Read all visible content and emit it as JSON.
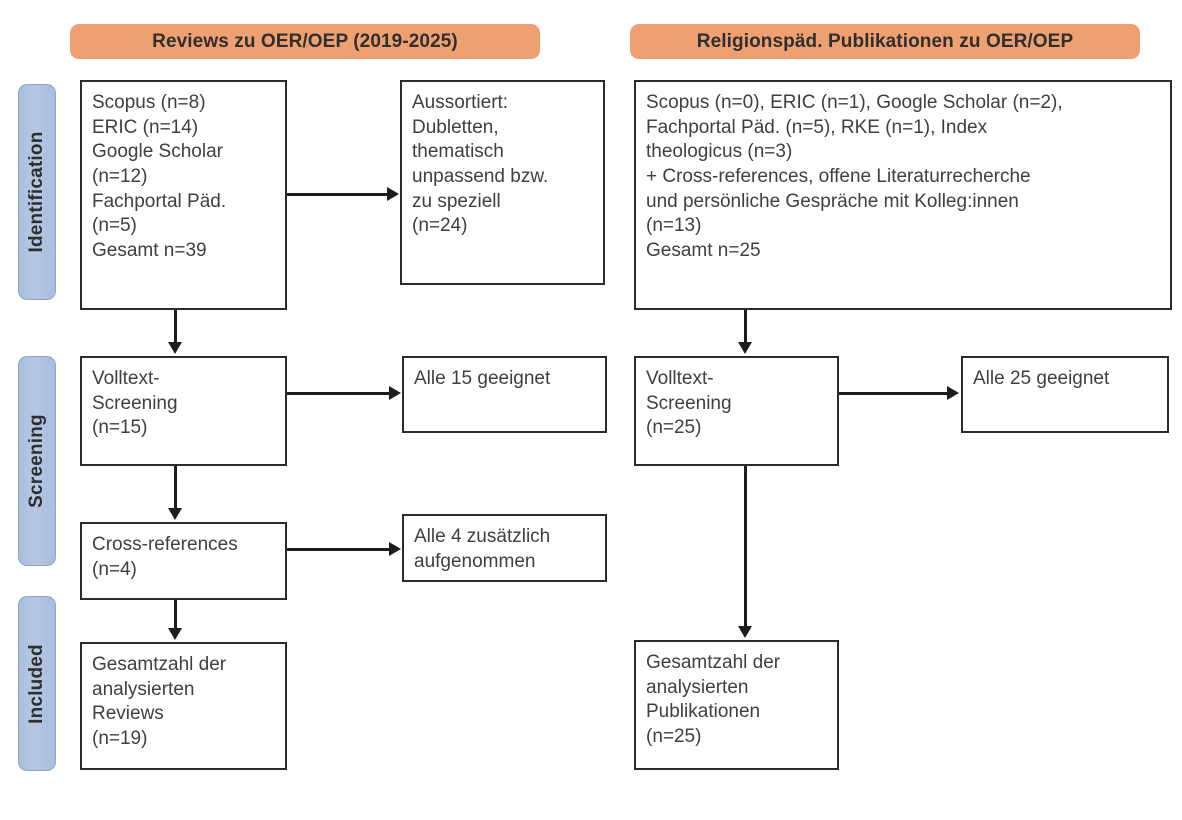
{
  "diagram": {
    "type": "prisma-flow-diagram",
    "stages": [
      {
        "id": "identification",
        "label": "Identification"
      },
      {
        "id": "screening",
        "label": "Screening"
      },
      {
        "id": "included",
        "label": "Included"
      }
    ],
    "columns": [
      {
        "id": "reviews",
        "header": "Reviews zu OER/OEP (2019-2025)"
      },
      {
        "id": "publikationen",
        "header": "Religionspäd. Publikationen zu OER/OEP"
      }
    ],
    "colors": {
      "header_pill": "#efa071",
      "stage_bar": "#aabfdf",
      "box_border": "#2b2b2b",
      "text": "#3f3f3f",
      "connector": "#1d1d1d",
      "background": "#ffffff"
    },
    "boxes": {
      "left_identification": {
        "lines": [
          "Scopus (n=8)",
          "ERIC (n=14)",
          "Google Scholar",
          "(n=12)",
          "Fachportal Päd.",
          "(n=5)",
          "Gesamt n=39"
        ]
      },
      "left_excluded": {
        "lines": [
          "Aussortiert:",
          "Dubletten,",
          "thematisch",
          "unpassend bzw.",
          "zu speziell",
          "(n=24)"
        ]
      },
      "left_screening": {
        "lines": [
          "Volltext-",
          "Screening",
          "(n=15)"
        ]
      },
      "left_screening_result": {
        "lines": [
          "Alle 15 geeignet"
        ]
      },
      "left_crossrefs": {
        "lines": [
          "Cross-references",
          "(n=4)"
        ]
      },
      "left_crossrefs_result": {
        "lines": [
          "Alle 4 zusätzlich",
          "aufgenommen"
        ]
      },
      "left_included": {
        "lines": [
          "Gesamtzahl der",
          "analysierten",
          "Reviews",
          "(n=19)"
        ]
      },
      "right_identification": {
        "lines": [
          "Scopus (n=0), ERIC (n=1), Google Scholar (n=2),",
          "Fachportal Päd. (n=5), RKE (n=1), Index",
          "theologicus (n=3)",
          "+ Cross-references, offene Literaturrecherche",
          "und persönliche Gespräche mit Kolleg:innen",
          "(n=13)",
          "Gesamt n=25"
        ]
      },
      "right_screening": {
        "lines": [
          "Volltext-",
          "Screening",
          "(n=25)"
        ]
      },
      "right_screening_result": {
        "lines": [
          "Alle 25 geeignet"
        ]
      },
      "right_included": {
        "lines": [
          "Gesamtzahl der",
          "analysierten",
          "Publikationen",
          "(n=25)"
        ]
      }
    }
  }
}
